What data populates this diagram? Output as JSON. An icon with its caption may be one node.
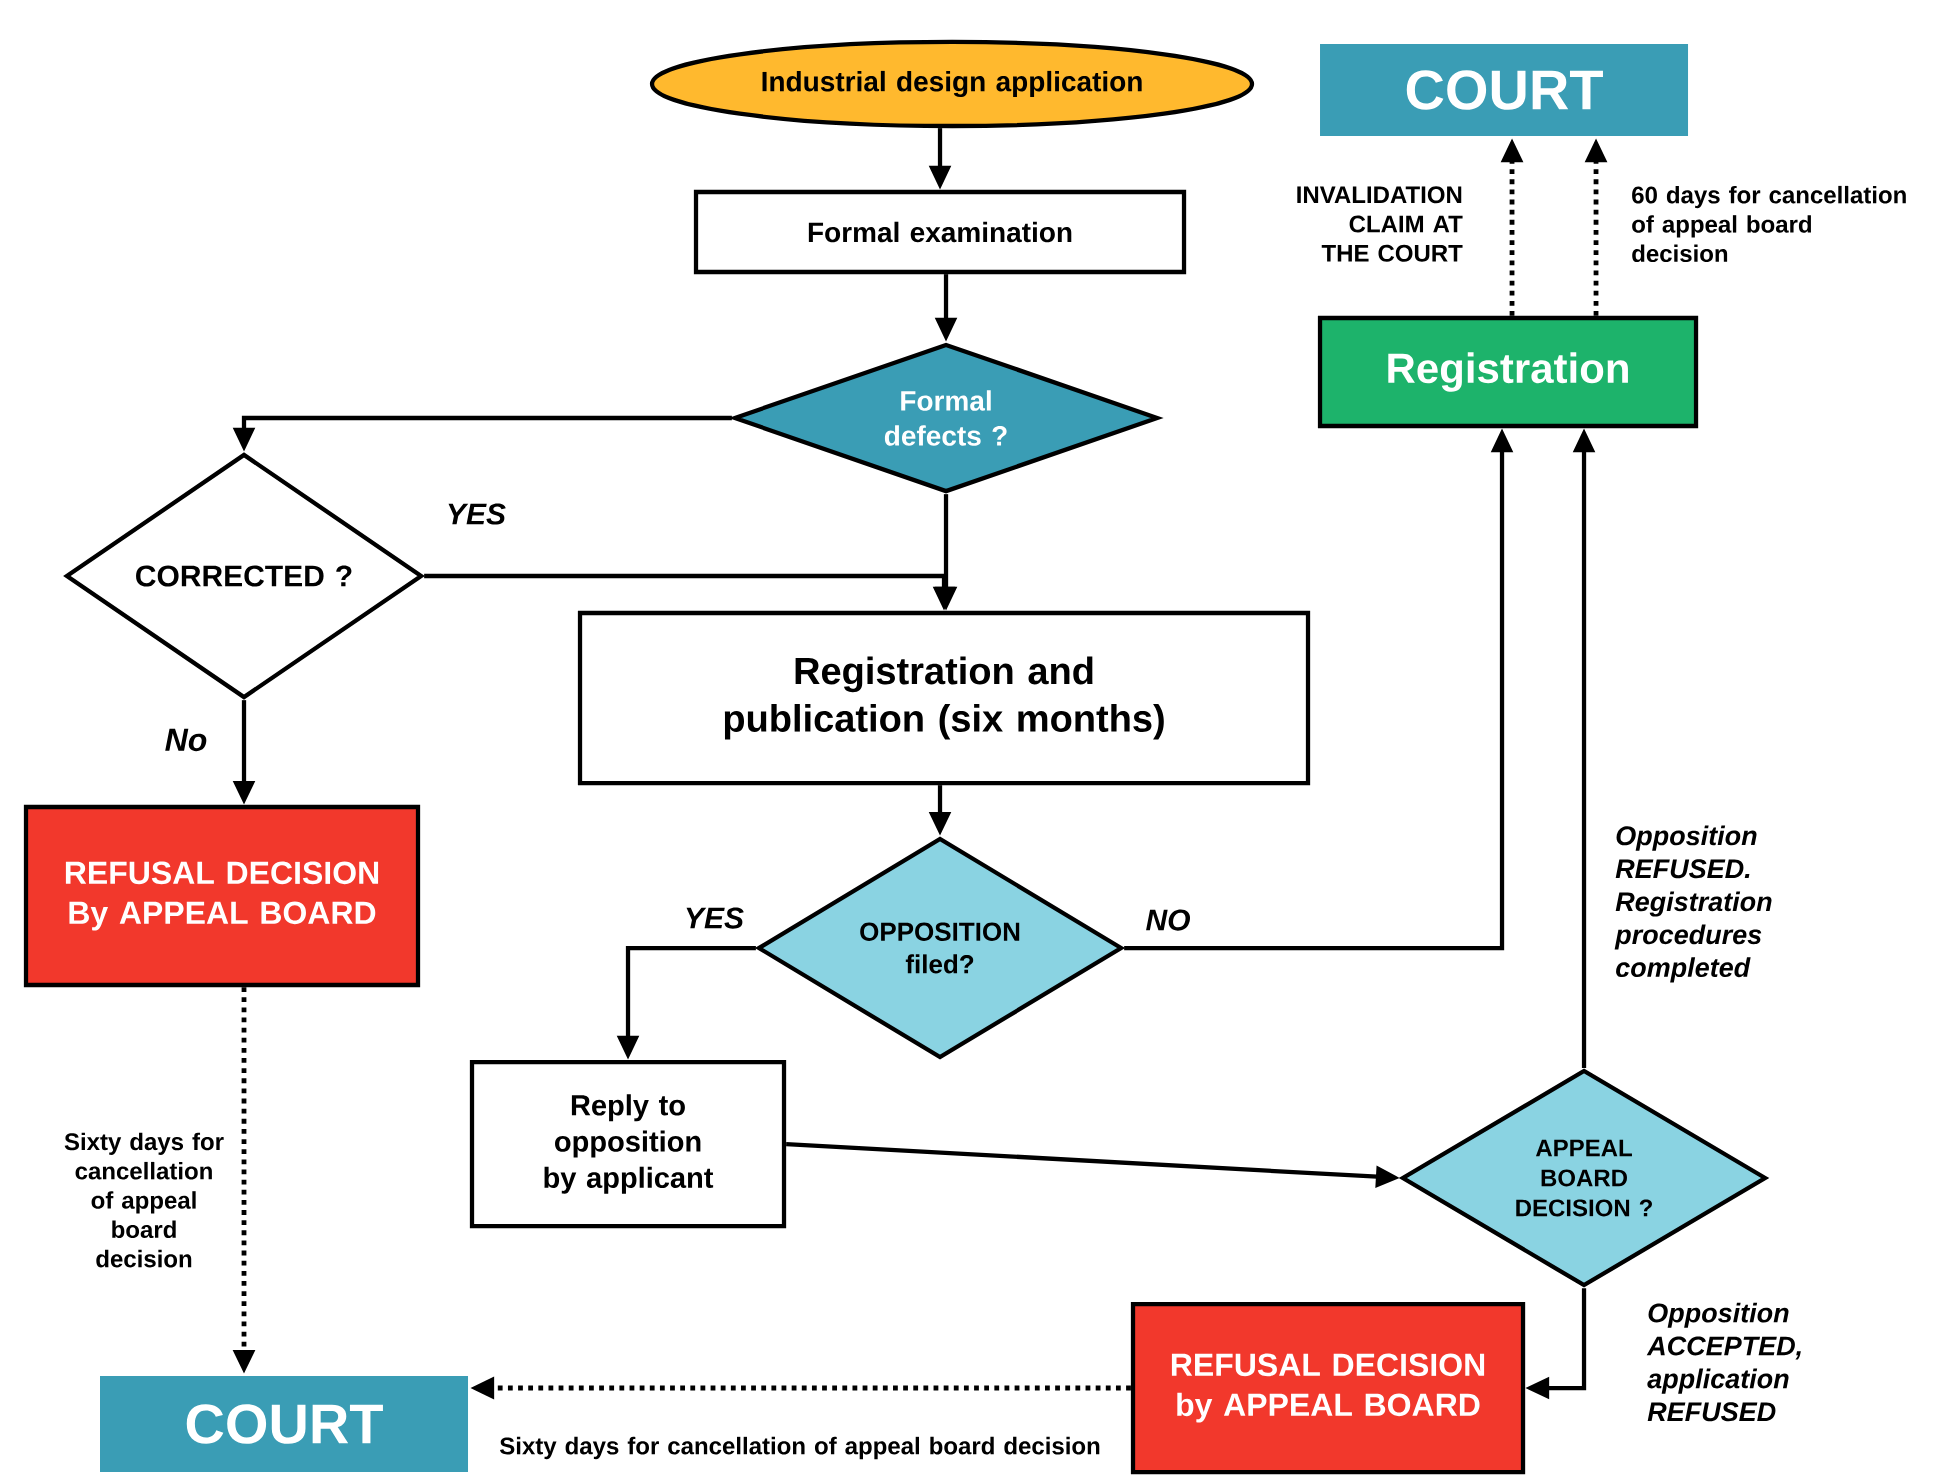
{
  "diagram": {
    "nodes": [
      {
        "text": [
          "Industrial design application"
        ]
      },
      {
        "text": [
          "Formal examination"
        ]
      },
      {
        "text": [
          "Formal defects ?"
        ]
      },
      {
        "text": [
          "COURT"
        ]
      },
      {
        "text": [
          "Registration"
        ]
      },
      {
        "text": [
          "CORRECTED ?"
        ]
      },
      {
        "text": [
          "Registration and publication (six months)"
        ]
      },
      {
        "text": [
          "REFUSAL DECISION By APPEAL BOARD"
        ]
      },
      {
        "text": [
          "OPPOSITION filed?"
        ]
      },
      {
        "text": [
          "Reply to opposition by applicant"
        ]
      },
      {
        "text": [
          "APPEAL BOARD DECISION ?"
        ]
      },
      {
        "text": [
          "COURT"
        ]
      },
      {
        "text": [
          "REFUSAL DECISION by APPEAL BOARD"
        ]
      }
    ],
    "edges": [
      {
        "from": 0,
        "to": 1,
        "arrow": "to"
      },
      {
        "from": 1,
        "to": 2,
        "arrow": "to"
      },
      {
        "from": 2,
        "to": 5,
        "arrow": "to"
      },
      {
        "from": 2,
        "to": 6,
        "arrow": "to"
      },
      {
        "from": 5,
        "to": 6,
        "arrow": "to",
        "label": "YES"
      },
      {
        "from": 5,
        "to": 7,
        "arrow": "to",
        "label": "No"
      },
      {
        "from": 6,
        "to": 8,
        "arrow": "to"
      },
      {
        "from": 8,
        "to": 9,
        "arrow": "to",
        "label": "YES"
      },
      {
        "from": 8,
        "to": 4,
        "arrow": "to",
        "label": "NO"
      },
      {
        "from": 9,
        "to": 10,
        "arrow": "to"
      },
      {
        "from": 10,
        "to": 4,
        "arrow": "to",
        "label": "Opposition REFUSED. Registration procedures completed"
      },
      {
        "from": 10,
        "to": 12,
        "arrow": "to",
        "label": "Opposition ACCEPTED, application REFUSED"
      },
      {
        "from": 4,
        "to": 3,
        "arrow": "to",
        "style": "dashed",
        "label": "INVALIDATION CLAIM AT THE COURT"
      },
      {
        "from": 4,
        "to": 3,
        "arrow": "to",
        "style": "dashed",
        "label": "60 days for cancellation of appeal board decision"
      },
      {
        "from": 7,
        "to": 11,
        "arrow": "to",
        "style": "dashed",
        "label": "Sixty days for cancellation of appeal board decision"
      },
      {
        "from": 12,
        "to": 11,
        "arrow": "to",
        "style": "dashed",
        "label": "Sixty days for cancellation of appeal board decision"
      }
    ]
  }
}
